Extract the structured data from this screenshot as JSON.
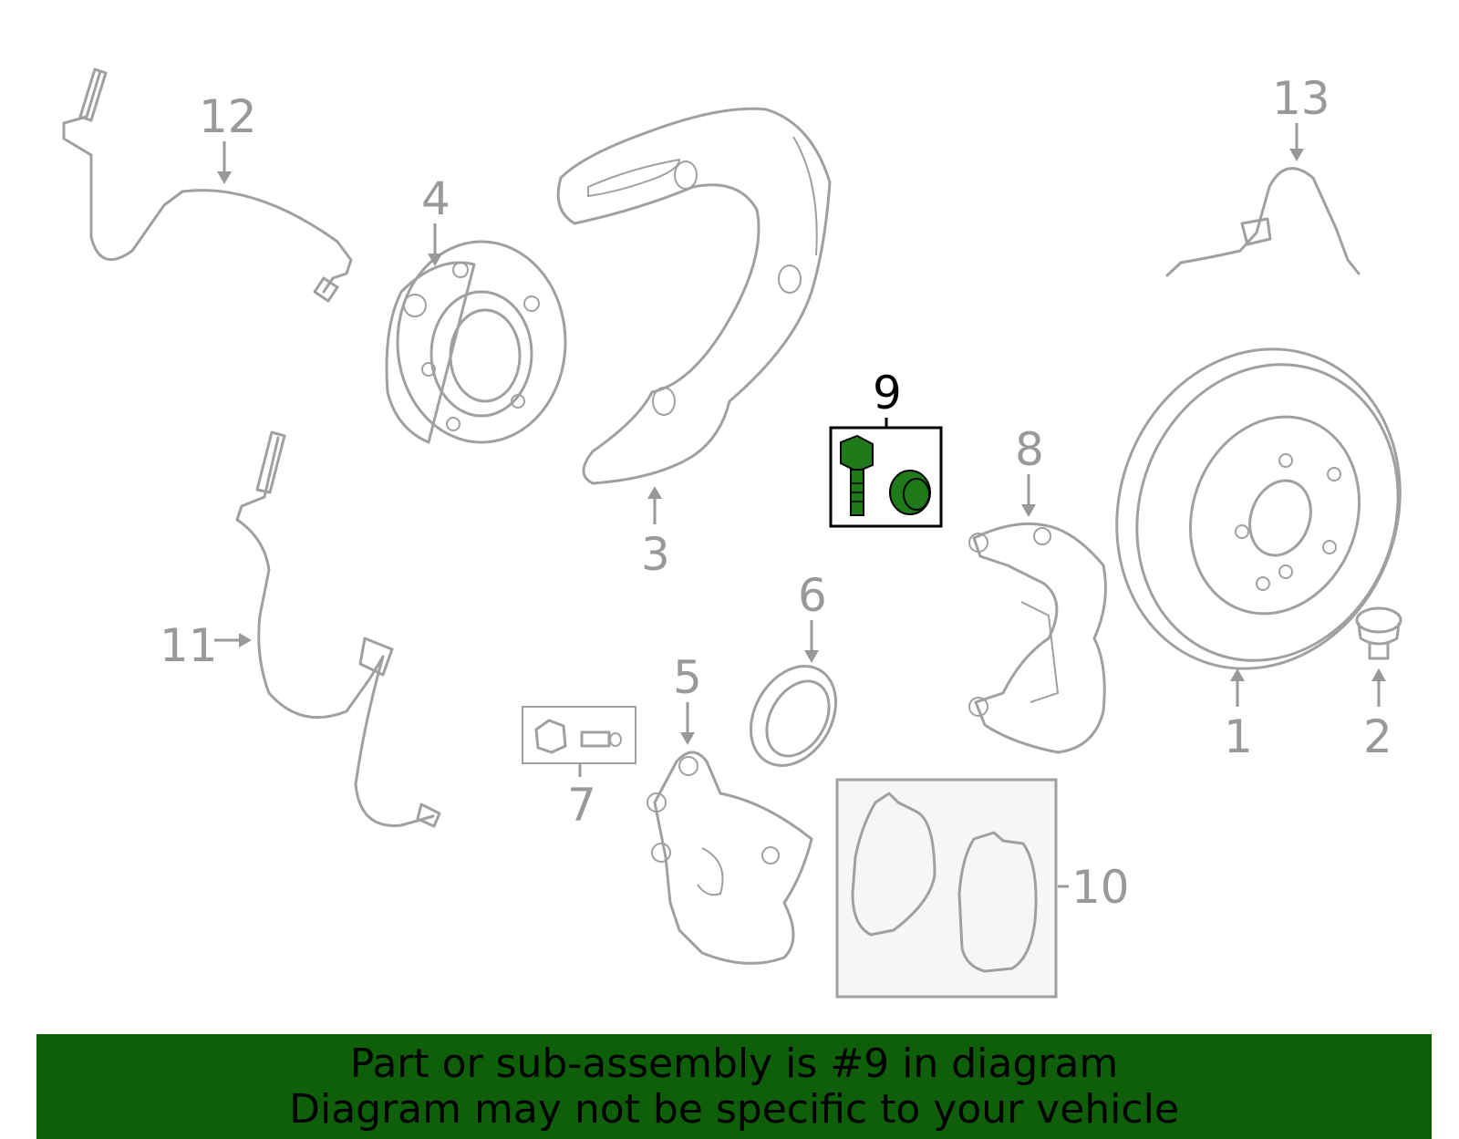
{
  "callouts": {
    "c1": "1",
    "c2": "2",
    "c3": "3",
    "c4": "4",
    "c5": "5",
    "c6": "6",
    "c7": "7",
    "c8": "8",
    "c9": "9",
    "c10": "10",
    "c11": "11",
    "c12": "12",
    "c13": "13"
  },
  "highlight": {
    "color": "#1f7a1a",
    "selected": "9"
  },
  "banner": {
    "line1": "Part or sub-assembly is #9 in diagram",
    "line2": "Diagram may not be specific to your vehicle",
    "background": "#0f5e0a"
  }
}
